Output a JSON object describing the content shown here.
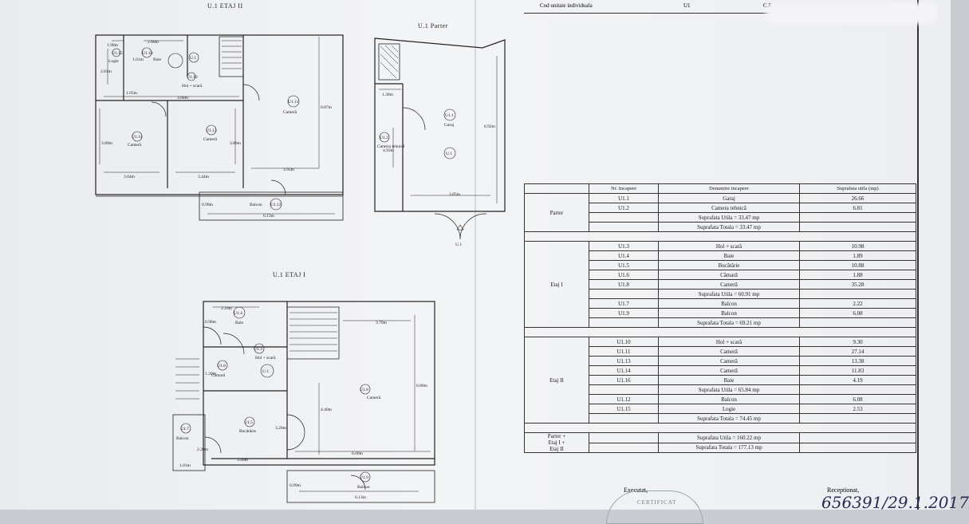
{
  "header": {
    "cod_label": "Cod unitate individuala",
    "cod_value": "U1",
    "cf_label": "C.F."
  },
  "plans": {
    "etaj2": {
      "title": "U.1 ETAJ II",
      "labels": [
        "1.90m",
        "2.68m",
        "1.61m",
        "2.81m",
        "1.05m",
        "3.68m",
        "6.87m",
        "3.89m",
        "3.89m",
        "3.04m",
        "3.44m",
        "3.95m",
        "0.99m",
        "6.13m"
      ],
      "rooms": {
        "u115": "U1.15",
        "u116": "U1.16",
        "u1a": "U.1",
        "u110": "U1.10",
        "u111": "U1.11",
        "u114": "U1.14",
        "u113": "U1.13",
        "u112": "U1.12"
      },
      "names": {
        "logie": "Logie",
        "baie": "Baie",
        "hol": "Hol + scară",
        "camera": "Cameră",
        "balcon": "Balcon"
      }
    },
    "parter": {
      "title": "U.1 Parter",
      "labels": [
        "1.38m",
        "6.92m",
        "4.93m",
        "3.85m"
      ],
      "rooms": {
        "u11": "U1.1",
        "u12": "U1.2",
        "u1": "U.1"
      },
      "names": {
        "garaj": "Garaj",
        "camera_tehnica": "Camera tehnică"
      }
    },
    "etaj1": {
      "title": "U.1 ETAJ I",
      "labels": [
        "2.10m",
        "0.90m",
        "3.70m",
        "1.20m",
        "6.80m",
        "4.40m",
        "3.20m",
        "2.20m",
        "3.40m",
        "1.01m",
        "6.00m",
        "0.99m",
        "6.13m"
      ],
      "rooms": {
        "u14": "U1.4",
        "u13": "U1.3",
        "u16": "U1.6",
        "u1": "U.1",
        "u18": "U1.8",
        "u15": "U1.5",
        "u17": "U1.7",
        "u19": "U1.9"
      },
      "names": {
        "baie": "Baie",
        "hol": "Hol + scară",
        "camara": "Cămară",
        "camera": "Cameră",
        "bucatarie": "Bucătărie",
        "balcon": "Balcon"
      }
    }
  },
  "table": {
    "headers": [
      "Nr. Incapere",
      "Denumire incapere",
      "Suprafata utila (mp)"
    ],
    "groups": [
      {
        "name": "Parter",
        "rows": [
          [
            "U1.1",
            "Garaj",
            "26.66"
          ],
          [
            "U1.2",
            "Camera tehnică",
            "6.81"
          ]
        ],
        "totals": [
          "Suprafata Utila = 33.47 mp",
          "Suprafata Totala = 33.47 mp"
        ]
      },
      {
        "name": "Etaj I",
        "rows": [
          [
            "U1.3",
            "Hol + scară",
            "10.98"
          ],
          [
            "U1.4",
            "Baie",
            "1.89"
          ],
          [
            "U1.5",
            "Bucătărie",
            "10.88"
          ],
          [
            "U1.6",
            "Cămară",
            "1.88"
          ],
          [
            "U1.8",
            "Cameră",
            "35.28"
          ]
        ],
        "utila": "Suprafata Utila = 60.91 mp",
        "extra": [
          [
            "U1.7",
            "Balcon",
            "2.22"
          ],
          [
            "U1.9",
            "Balcon",
            "6.08"
          ]
        ],
        "totala": "Suprafata Totala = 69.21 mp"
      },
      {
        "name": "Etaj II",
        "rows": [
          [
            "U1.10",
            "Hol + scară",
            "9.30"
          ],
          [
            "U1.11",
            "Cameră",
            "27.14"
          ],
          [
            "U1.13",
            "Cameră",
            "13.38"
          ],
          [
            "U1.14",
            "Cameră",
            "11.83"
          ],
          [
            "U1.16",
            "Baie",
            "4.19"
          ]
        ],
        "utila": "Suprafata Utila = 65.84 mp",
        "extra": [
          [
            "U1.12",
            "Balcon",
            "6.08"
          ],
          [
            "U1.15",
            "Logie",
            "2.53"
          ]
        ],
        "totala": "Suprafata Totala = 74.45 mp"
      }
    ],
    "summary": {
      "group": "Parter + Etaj I + Etaj II",
      "group_lines": [
        "Parter +",
        "Etaj I +",
        "Etaj II"
      ],
      "utila": "Suprafata Utila = 160.22 mp",
      "totala": "Suprafata Totala = 177.13 mp"
    }
  },
  "footer": {
    "executat": "Executat,",
    "receptionat": "Receptionat,",
    "stamp": "CERTIFICAT",
    "handwritten": "656391/29.1.2017"
  }
}
